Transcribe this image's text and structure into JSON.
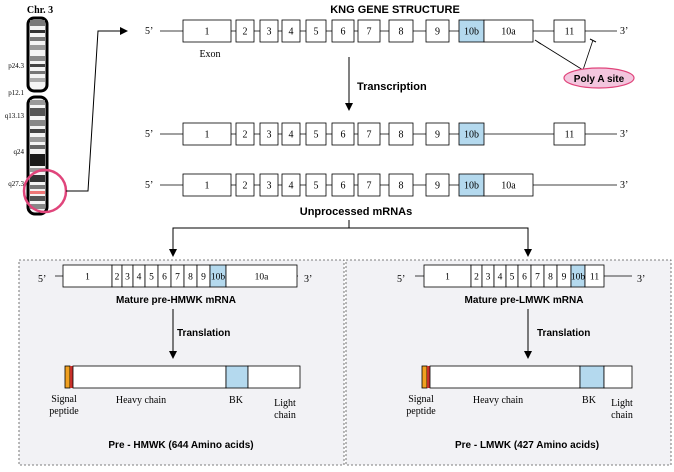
{
  "colors": {
    "blue_exon": "#b4d9ee",
    "pink": "#e0457b",
    "pink_fill": "#f3c6de",
    "panel_bg": "#f2f2f5",
    "signal_orange": "#f0a020",
    "signal_red": "#c8302a"
  },
  "chromosome": {
    "label": "Chr. 3",
    "bands": [
      "p24.3",
      "p12.1",
      "q13.13",
      "q24",
      "q27.3"
    ]
  },
  "gene": {
    "title": "KNG GENE STRUCTURE",
    "five_prime": "5’",
    "three_prime": "3’",
    "exon_caption": "Exon",
    "exons": [
      "1",
      "2",
      "3",
      "4",
      "5",
      "6",
      "7",
      "8",
      "9",
      "10b",
      "10a",
      "11"
    ],
    "poly_a_label": "Poly A site"
  },
  "transcription_label": "Transcription",
  "mrna_variant_a": [
    "1",
    "2",
    "3",
    "4",
    "5",
    "6",
    "7",
    "8",
    "9",
    "10b",
    "11"
  ],
  "mrna_variant_b": [
    "1",
    "2",
    "3",
    "4",
    "5",
    "6",
    "7",
    "8",
    "9",
    "10b",
    "10a"
  ],
  "unprocessed_label": "Unprocessed mRNAs",
  "hmwk": {
    "exons": [
      "1",
      "2",
      "3",
      "4",
      "5",
      "6",
      "7",
      "8",
      "9",
      "10b",
      "10a"
    ],
    "mature_label": "Mature pre-HMWK mRNA",
    "translation_label": "Translation",
    "signal_label": [
      "Signal",
      "peptide"
    ],
    "heavy_label": "Heavy chain",
    "bk_label": "BK",
    "light_label": [
      "Light",
      "chain"
    ],
    "protein_label": "Pre - HMWK (644 Amino acids)"
  },
  "lmwk": {
    "exons": [
      "1",
      "2",
      "3",
      "4",
      "5",
      "6",
      "7",
      "8",
      "9",
      "10b",
      "11"
    ],
    "mature_label": "Mature pre-LMWK mRNA",
    "translation_label": "Translation",
    "signal_label": [
      "Signal",
      "peptide"
    ],
    "heavy_label": "Heavy chain",
    "bk_label": "BK",
    "light_label": [
      "Light",
      "chain"
    ],
    "protein_label": "Pre - LMWK (427 Amino acids)"
  }
}
